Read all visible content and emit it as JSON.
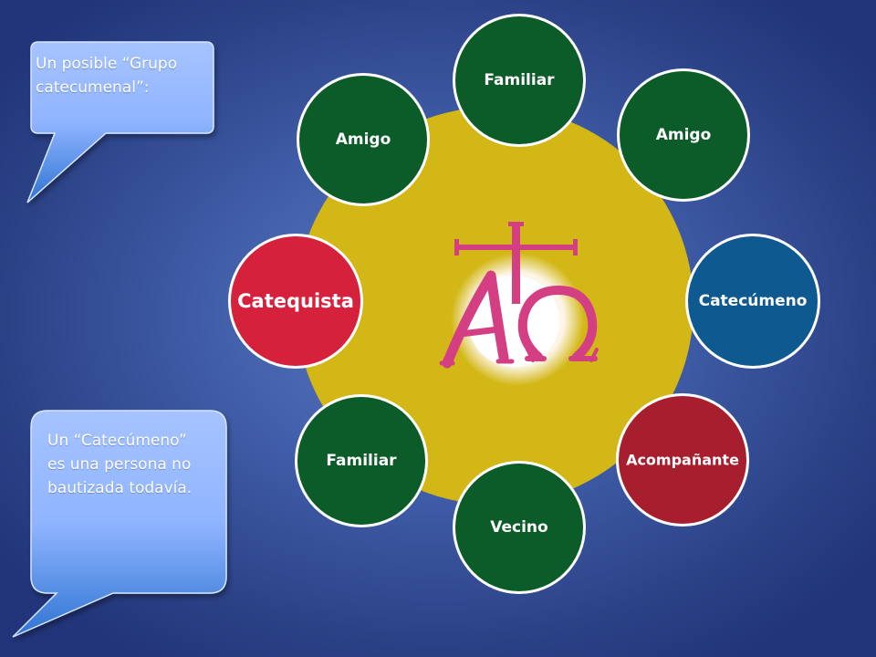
{
  "colors": {
    "background": "#2c4388",
    "ring": "#d2b716",
    "green": "#0c5c29",
    "red": "#d5213c",
    "blue": "#0e5a90",
    "dark_red": "#a71f2f",
    "logo_pink": "#d43f84",
    "bubble": "#8fb4ff"
  },
  "callouts": {
    "top": {
      "line1": "Un posible “Grupo",
      "line2": "catecumenal”:"
    },
    "bottom": {
      "line1": "Un “Catecúmeno”",
      "line2": "es una persona no",
      "line3": "bautizada todavía."
    }
  },
  "diagram": {
    "center_symbol": "alpha-omega-cross",
    "nodes": [
      {
        "label": "Familiar",
        "color": "green"
      },
      {
        "label": "Amigo",
        "color": "green"
      },
      {
        "label": "Catecúmeno",
        "color": "blue"
      },
      {
        "label": "Acompañante",
        "color": "dark_red"
      },
      {
        "label": "Vecino",
        "color": "green"
      },
      {
        "label": "Familiar",
        "color": "green"
      },
      {
        "label": "Catequista",
        "color": "red"
      },
      {
        "label": "Amigo",
        "color": "green"
      }
    ]
  }
}
